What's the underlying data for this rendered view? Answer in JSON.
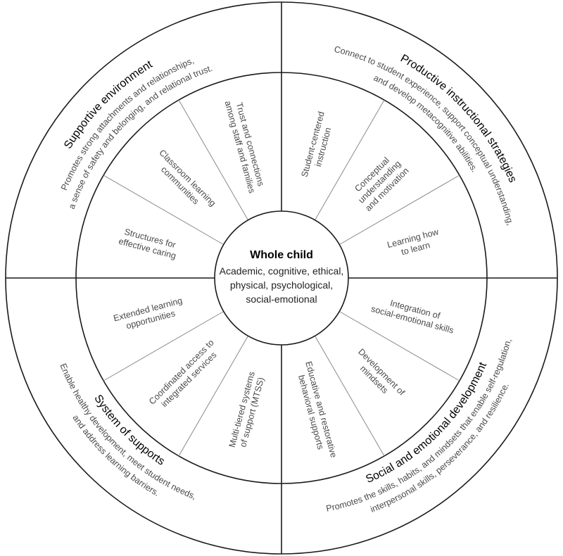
{
  "center": {
    "title": "Whole child",
    "lines": [
      "Academic, cognitive, ethical,",
      "physical, psychological,",
      "social-emotional"
    ]
  },
  "quadrants": [
    {
      "heading": "Supportive environment",
      "description": [
        "Promotes strong attachments and relationships,",
        "a sense of safety and belonging, and relational trust."
      ],
      "items": [
        [
          "Structures for",
          "effective caring"
        ],
        [
          "Classroom learning",
          "communities"
        ],
        [
          "Trust and connections",
          "among staff and families"
        ]
      ]
    },
    {
      "heading": "Productive instructional strategies",
      "description": [
        "Connect to student experience, support conceptual understanding,",
        "and develop metacognitive abilities."
      ],
      "items": [
        [
          "Student-centered",
          "instruction"
        ],
        [
          "Conceptual",
          "understanding",
          "and motivation"
        ],
        [
          "Learning how",
          "to learn"
        ]
      ]
    },
    {
      "heading": "Social and emotional development",
      "description": [
        "Promotes the skills, habits, and mindsets that enable self-regulation,",
        "interpersonal skills, perseverance, and resilience."
      ],
      "items": [
        [
          "Integration of",
          "social-emotional skills"
        ],
        [
          "Development of",
          "mindsets"
        ],
        [
          "Educative and restorative",
          "behavioral supports"
        ]
      ]
    },
    {
      "heading": "System of supports",
      "description": [
        "Enable healthy development, meet student needs,",
        "and address learning barriers."
      ],
      "items": [
        [
          "Extended learning",
          "opportunities"
        ],
        [
          "Coordinated access to",
          "integrated services"
        ],
        [
          "Multi-tiered systems",
          "of support (MTSS)"
        ]
      ]
    }
  ]
}
